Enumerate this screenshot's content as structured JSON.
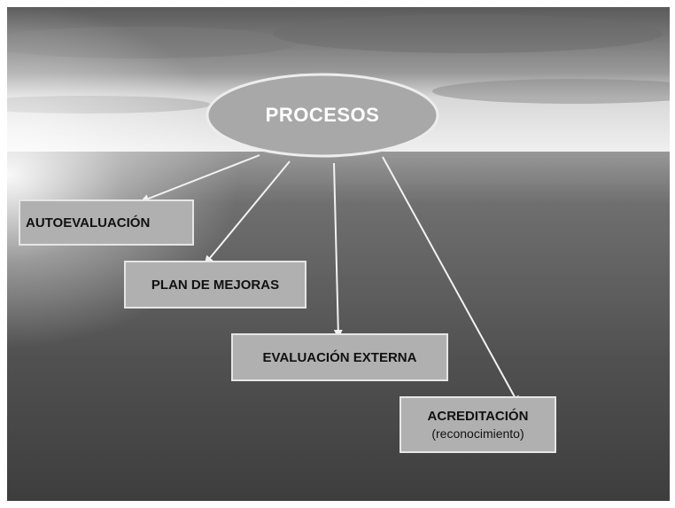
{
  "center": {
    "label": "PROCESOS"
  },
  "nodes": [
    {
      "label": "AUTOEVALUACIÓN"
    },
    {
      "label": "PLAN DE MEJORAS"
    },
    {
      "label": "EVALUACIÓN EXTERNA"
    },
    {
      "label": "ACREDITACIÓN",
      "sublabel": "(reconocimiento)"
    }
  ],
  "colors": {
    "box_fill": "#b0b0b0",
    "box_border": "#e6e6e6",
    "ellipse_fill": "#a8a8a8",
    "arrow": "#f2f2f2"
  }
}
